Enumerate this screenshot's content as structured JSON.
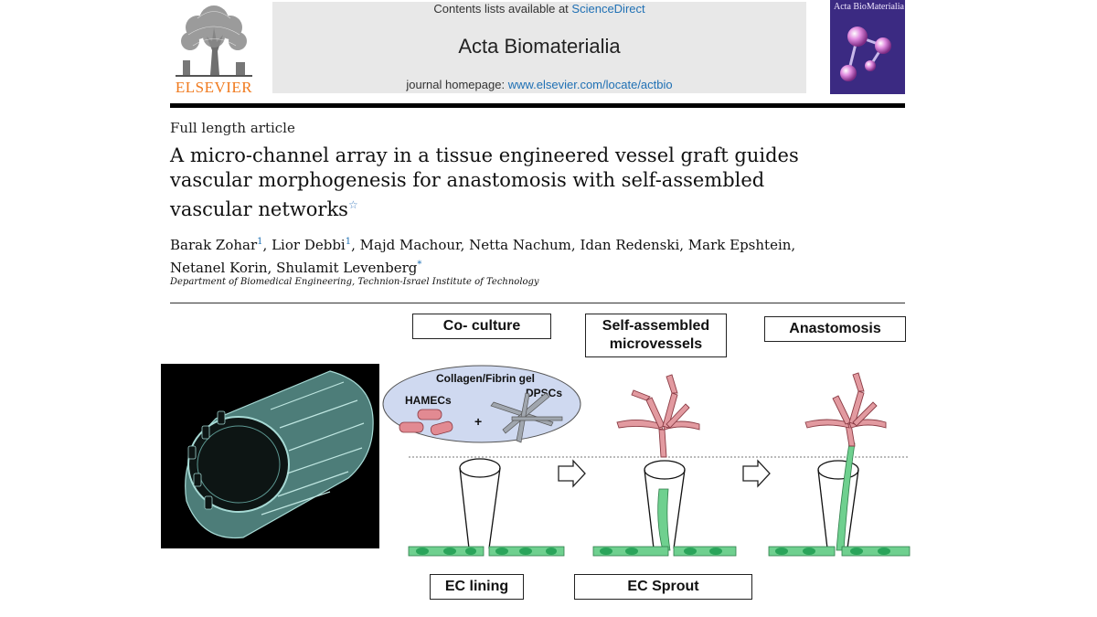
{
  "header": {
    "publisher": "ELSEVIER",
    "contents_prefix": "Contents lists available at",
    "contents_link": "ScienceDirect",
    "journal_title": "Acta Biomaterialia",
    "homepage_prefix": "journal homepage:",
    "homepage_url": "www.elsevier.com/locate/actbio",
    "cover_title": "Acta BioMaterialia"
  },
  "article": {
    "type": "Full length article",
    "title": "A micro-channel array in a tissue engineered vessel graft guides vascular morphogenesis for anastomosis with self-assembled vascular networks",
    "authors": [
      {
        "name": "Barak Zohar",
        "mark": "1"
      },
      {
        "name": "Lior Debbi",
        "mark": "1"
      },
      {
        "name": "Majd Machour",
        "mark": ""
      },
      {
        "name": "Netta Nachum",
        "mark": ""
      },
      {
        "name": "Idan Redenski",
        "mark": ""
      },
      {
        "name": "Mark Epshtein",
        "mark": ""
      },
      {
        "name": "Netanel Korin",
        "mark": ""
      },
      {
        "name": "Shulamit Levenberg",
        "mark": "*"
      }
    ],
    "affiliation": "Department of Biomedical Engineering, Technion-Israel Institute of Technology"
  },
  "figure": {
    "stages": {
      "coculture": "Co- culture",
      "self_assembled": "Self-assembled microvessels",
      "anastomosis": "Anastomosis"
    },
    "bottom_labels": {
      "ec_lining": "EC lining",
      "ec_sprout": "EC Sprout"
    },
    "gel": {
      "title": "Collagen/Fibrin gel",
      "cell1": "HAMECs",
      "plus": "+",
      "cell2": "DPSCs"
    }
  },
  "colors": {
    "publisher_orange": "#f07a1e",
    "link_blue": "#1f70b4",
    "cell_green": "#6fd08f",
    "vessel_red": "#e29aa0",
    "scaffold_cyan": "#8fc9c3"
  }
}
